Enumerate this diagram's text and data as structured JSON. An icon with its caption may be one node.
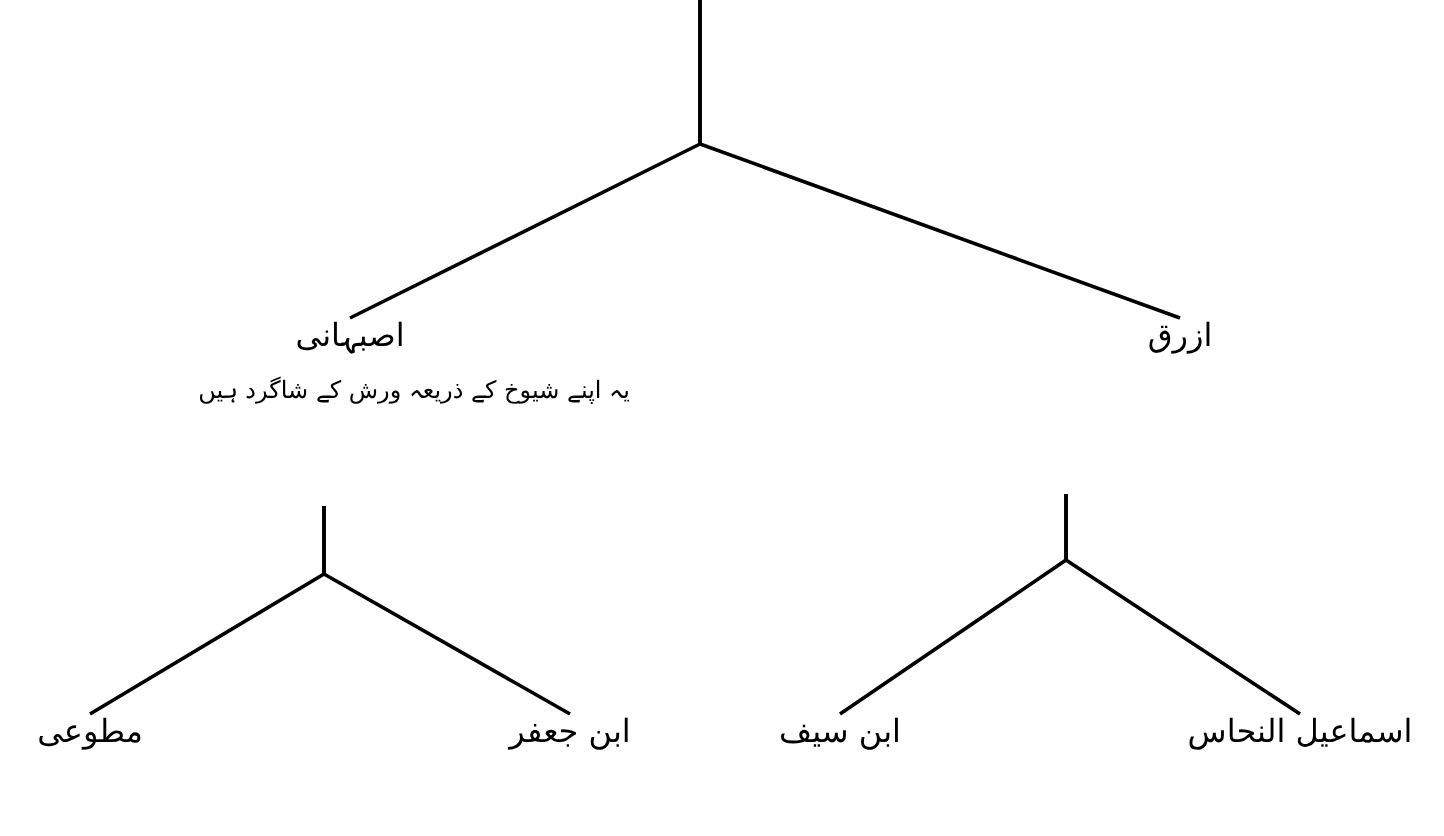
{
  "diagram": {
    "nodes": [
      {
        "text": [
          "اصبہانی"
        ],
        "beside": [
          "یہ اپنے شیوخ کے ذریعہ ورش کے شاگرد ہیں"
        ]
      },
      {
        "text": [
          "ازرق"
        ]
      },
      {
        "text": [
          "مطوعی"
        ]
      },
      {
        "text": [
          "ابن جعفر"
        ]
      },
      {
        "text": [
          "ابن سیف"
        ]
      },
      {
        "text": [
          "اسماعیل النحاس"
        ]
      }
    ],
    "edges": [
      {
        "from": null,
        "to": 0,
        "arrow": "none"
      },
      {
        "from": null,
        "to": 1,
        "arrow": "none"
      },
      {
        "from": null,
        "to": 2,
        "arrow": "none"
      },
      {
        "from": null,
        "to": 3,
        "arrow": "none"
      },
      {
        "from": null,
        "to": 4,
        "arrow": "none"
      },
      {
        "from": null,
        "to": 5,
        "arrow": "none"
      }
    ]
  }
}
